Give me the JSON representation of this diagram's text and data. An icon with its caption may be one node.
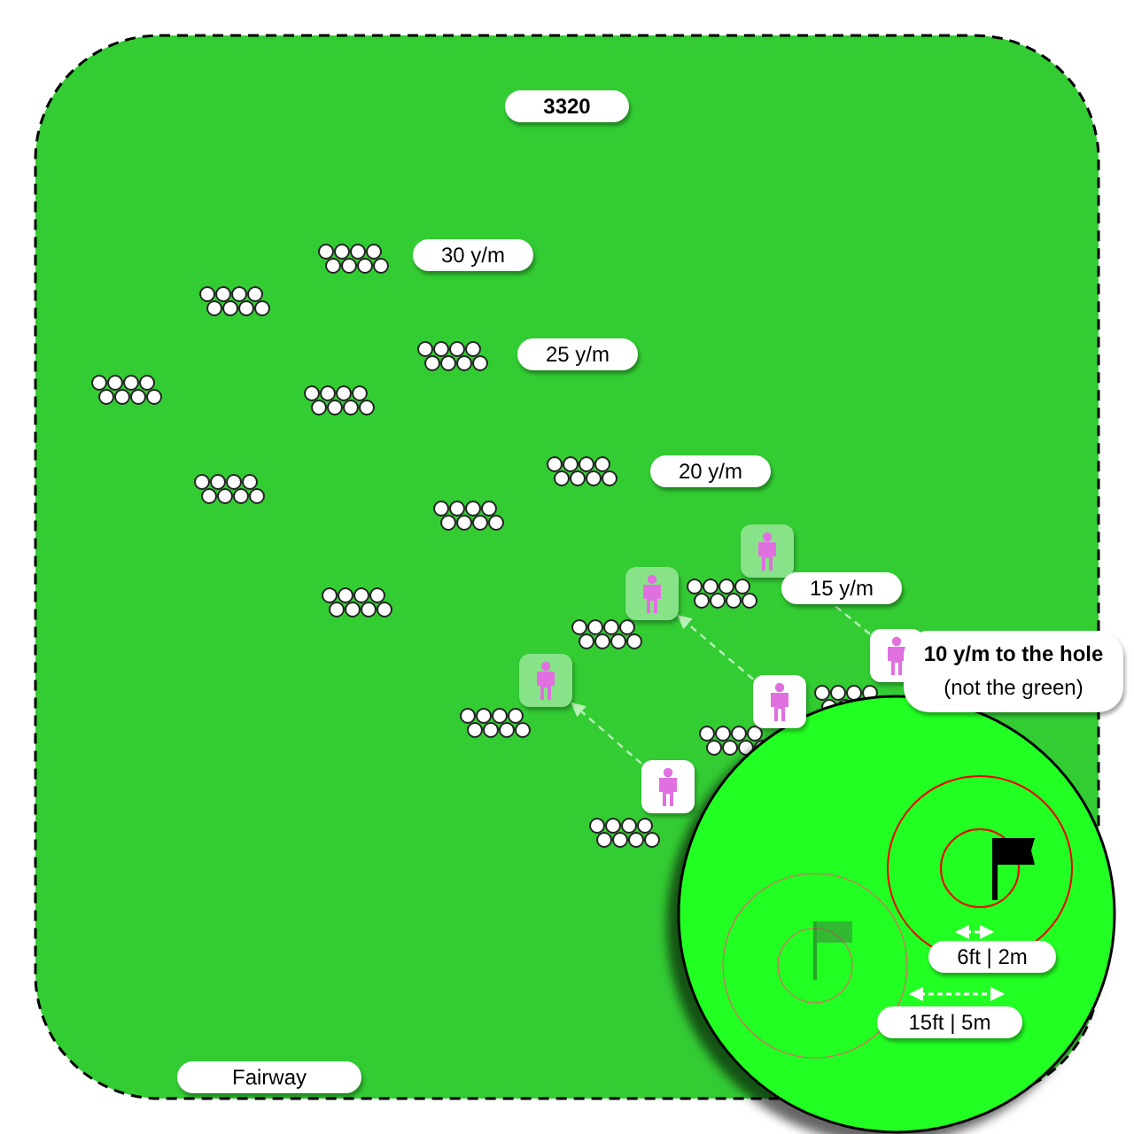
{
  "diagram": {
    "nodes": [
      {
        "text": [],
        "shape": "person"
      },
      {
        "text": [],
        "shape": "person"
      },
      {
        "text": [],
        "shape": "person"
      },
      {
        "text": [],
        "shape": "person"
      },
      {
        "text": [],
        "shape": "person"
      },
      {
        "text": [],
        "shape": "person"
      }
    ],
    "edges": [
      {
        "from": 5,
        "to": 3,
        "arrow": "to",
        "style": "dashed"
      },
      {
        "from": 4,
        "to": 1,
        "arrow": "to",
        "style": "dashed"
      },
      {
        "from": 2,
        "to": 0,
        "arrow": "to",
        "style": "dashed"
      }
    ],
    "labels": [
      "3320",
      "30 y/m",
      "25 y/m",
      "20 y/m",
      "15 y/m",
      "10 y/m to the hole",
      "(not the green)",
      "6ft | 2m",
      "15ft | 5m",
      "Fairway"
    ]
  }
}
